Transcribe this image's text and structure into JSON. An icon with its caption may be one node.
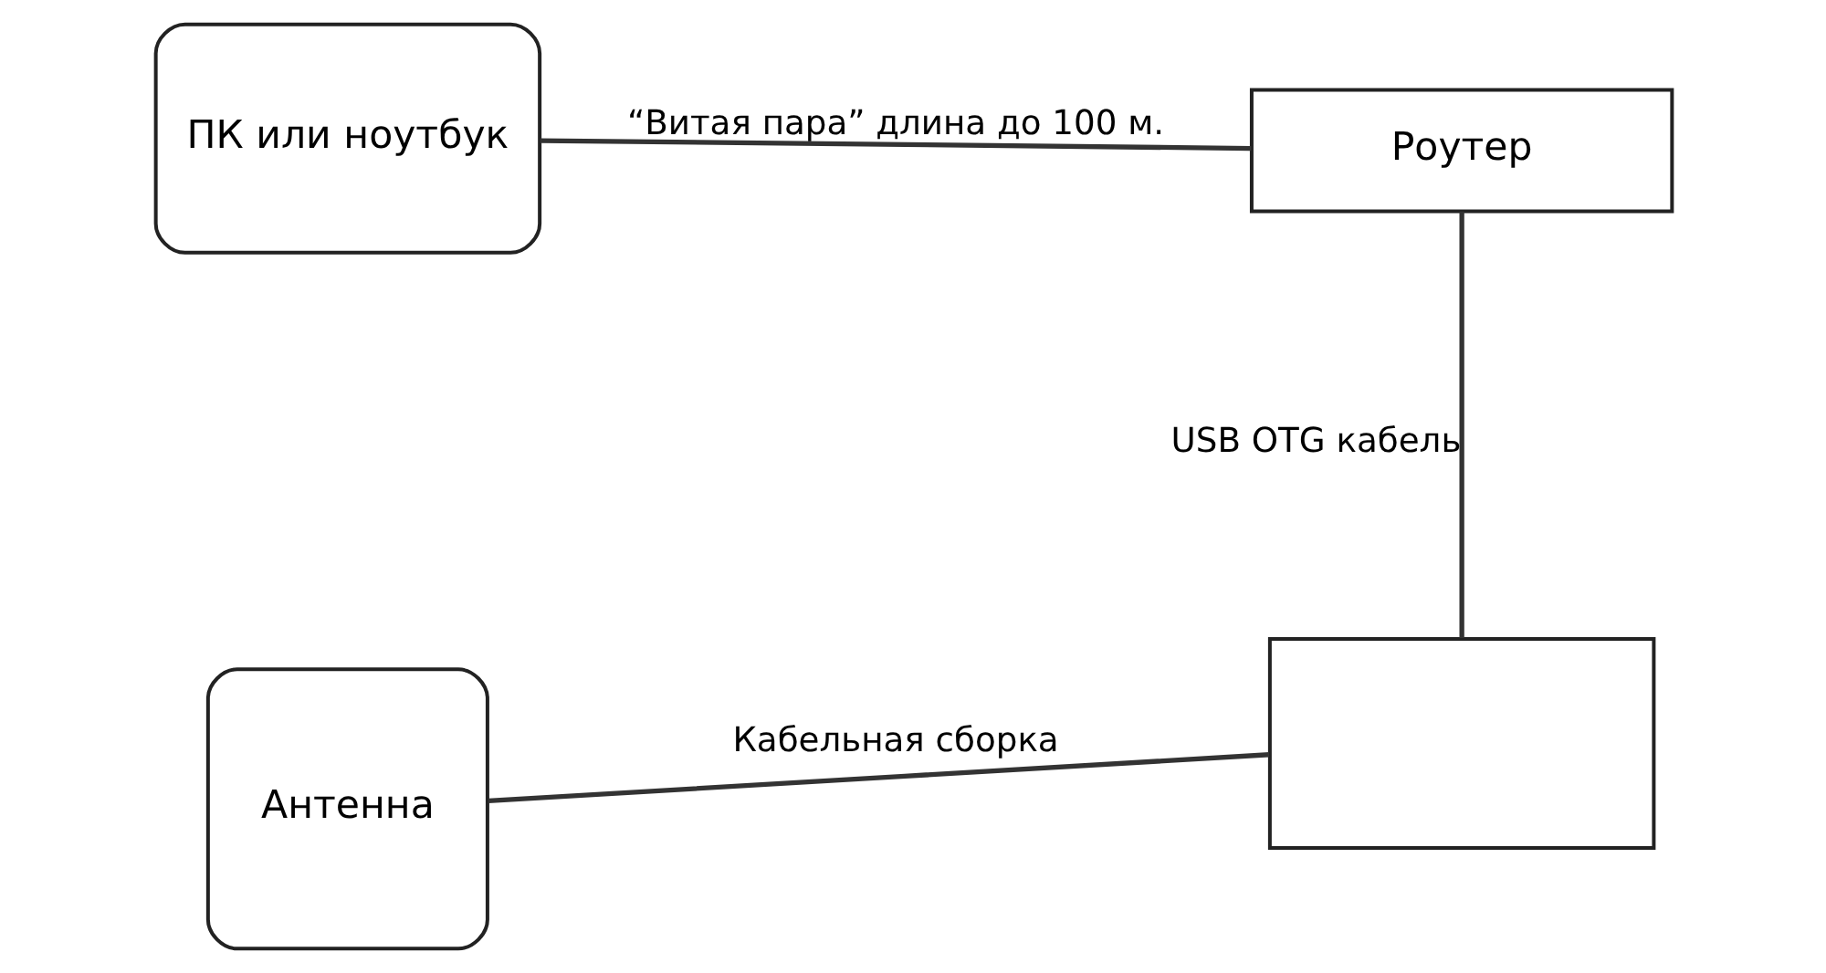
{
  "diagram": {
    "nodes": [
      {
        "text": [
          "ПК или ноутбук"
        ]
      },
      {
        "text": [
          "Роутер"
        ]
      },
      {
        "text": [],
        "shape": "box"
      },
      {
        "text": [
          "Антенна"
        ]
      }
    ],
    "edges": [
      {
        "from": 0,
        "to": 1,
        "arrow": "none",
        "label": "“Витая пара” длина до 100 м."
      },
      {
        "from": 1,
        "to": 2,
        "arrow": "none",
        "label": "USB OTG кабель"
      },
      {
        "from": 3,
        "to": 2,
        "arrow": "none",
        "label": "Кабельная сборка"
      }
    ]
  }
}
